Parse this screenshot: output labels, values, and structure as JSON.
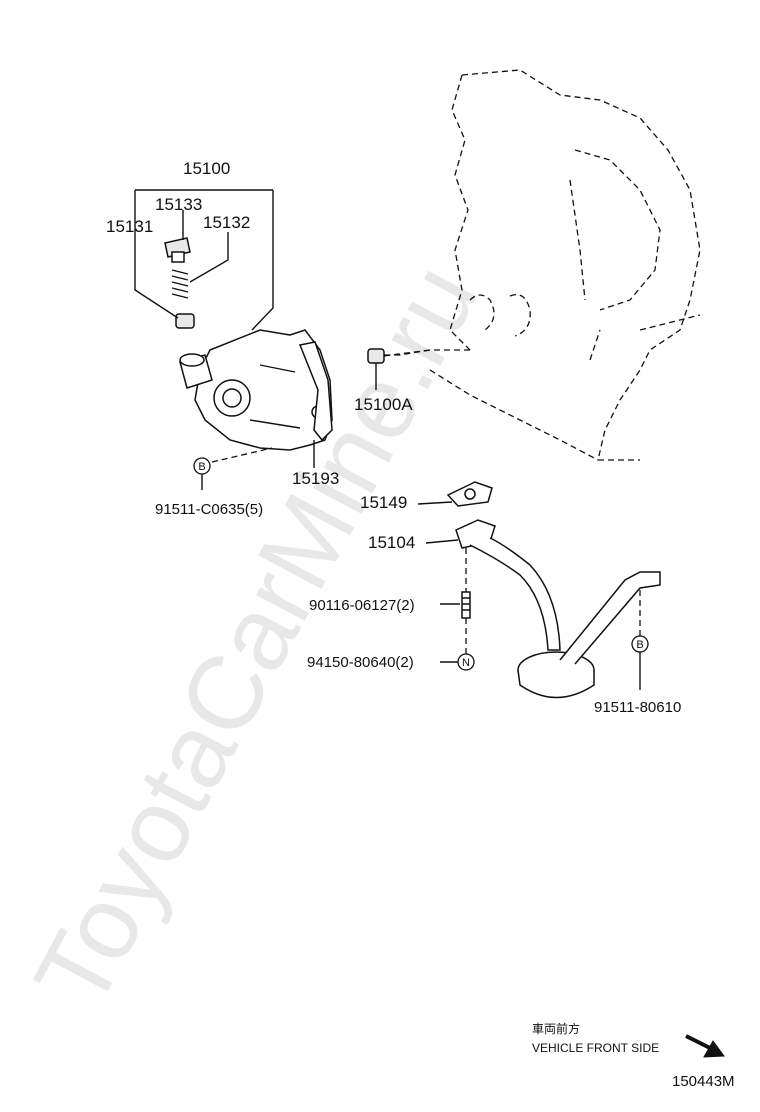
{
  "watermark": "ToyotaCarMine.ru",
  "labels": {
    "assy": "15100",
    "p15133": "15133",
    "p15131": "15131",
    "p15132": "15132",
    "p15100a": "15100A",
    "p15193": "15193",
    "bolt_c0635": "91511-C0635(5)",
    "p15149": "15149",
    "p15104": "15104",
    "stud": "90116-06127(2)",
    "nut": "94150-80640(2)",
    "bolt_80610": "91511-80610"
  },
  "badges": {
    "b1": "B",
    "b2": "B",
    "n1": "N"
  },
  "orientation": {
    "jp": "車両前方",
    "en": "VEHICLE FRONT SIDE"
  },
  "diagram_id": "150443M"
}
